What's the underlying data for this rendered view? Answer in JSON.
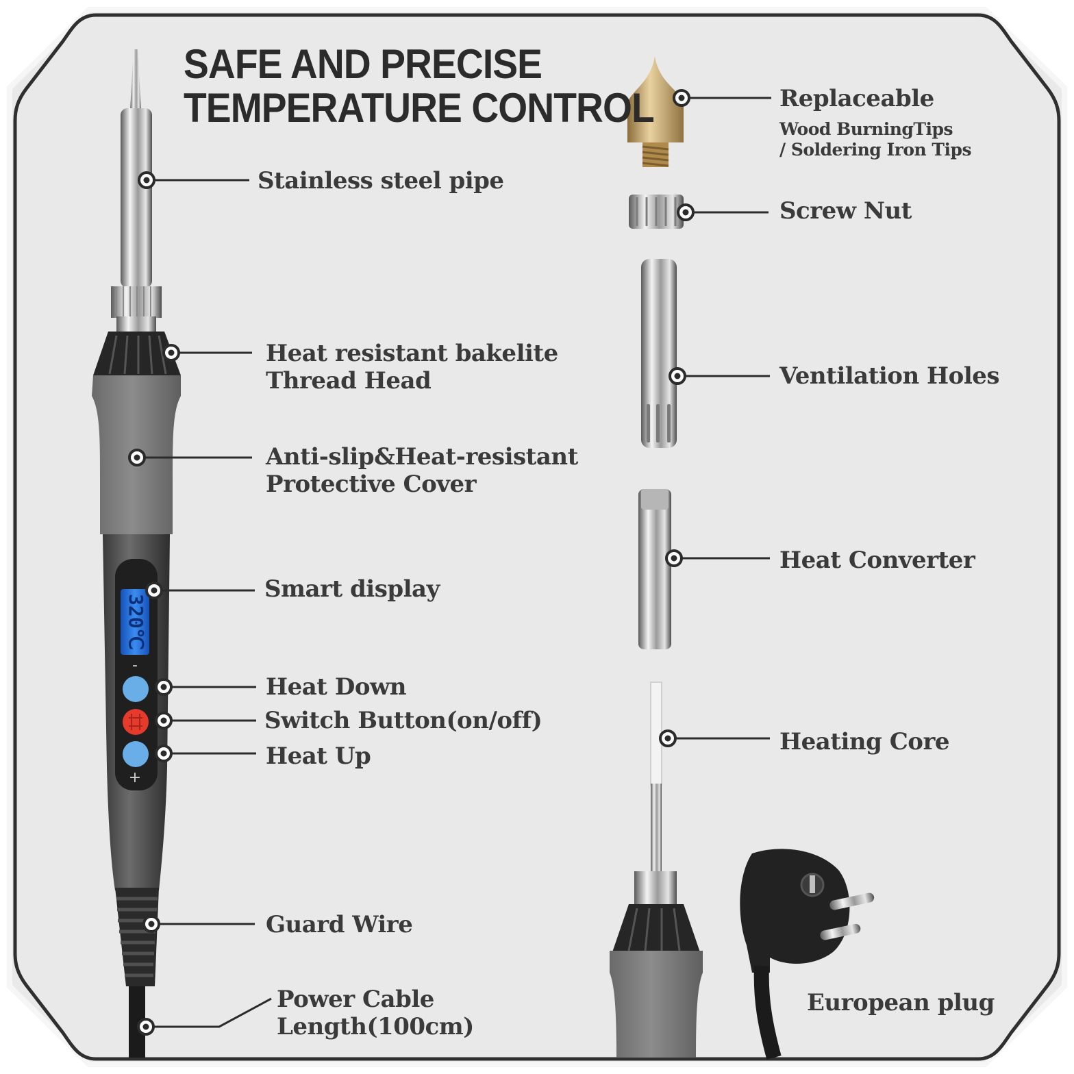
{
  "title": {
    "line1": "SAFE AND PRECISE",
    "line2": "TEMPERATURE CONTROL"
  },
  "display_reading": "320℃",
  "button_minus": "-",
  "button_plus": "+",
  "labels": {
    "stainless_steel_pipe": "Stainless steel pipe",
    "thread_head_line1": "Heat resistant bakelite",
    "thread_head_line2": "Thread Head",
    "cover_line1": "Anti-slip&Heat-resistant",
    "cover_line2": "Protective Cover",
    "smart_display": "Smart display",
    "heat_down": "Heat Down",
    "switch_button": "Switch Button(on/off)",
    "heat_up": "Heat Up",
    "guard_wire": "Guard Wire",
    "power_cable_line1": "Power Cable",
    "power_cable_line2": "Length(100cm)",
    "replaceable": "Replaceable",
    "tips_line1": "Wood BurningTips",
    "tips_line2": "/ Soldering Iron Tips",
    "screw_nut": "Screw Nut",
    "ventilation_holes": "Ventilation Holes",
    "heat_converter": "Heat Converter",
    "heating_core": "Heating Core",
    "european_plug": "European plug"
  },
  "colors": {
    "panel": "#e9e9e9",
    "frame": "#2f2f2f",
    "handle_grey": "#7a7a7a",
    "body_dark": "#4a4a4a",
    "lcd_blue": "#1f6fe0",
    "button_blue": "#6aaee8",
    "button_red": "#e53a2c",
    "brass": "#c9a86a",
    "text": "#3a3a3a"
  }
}
